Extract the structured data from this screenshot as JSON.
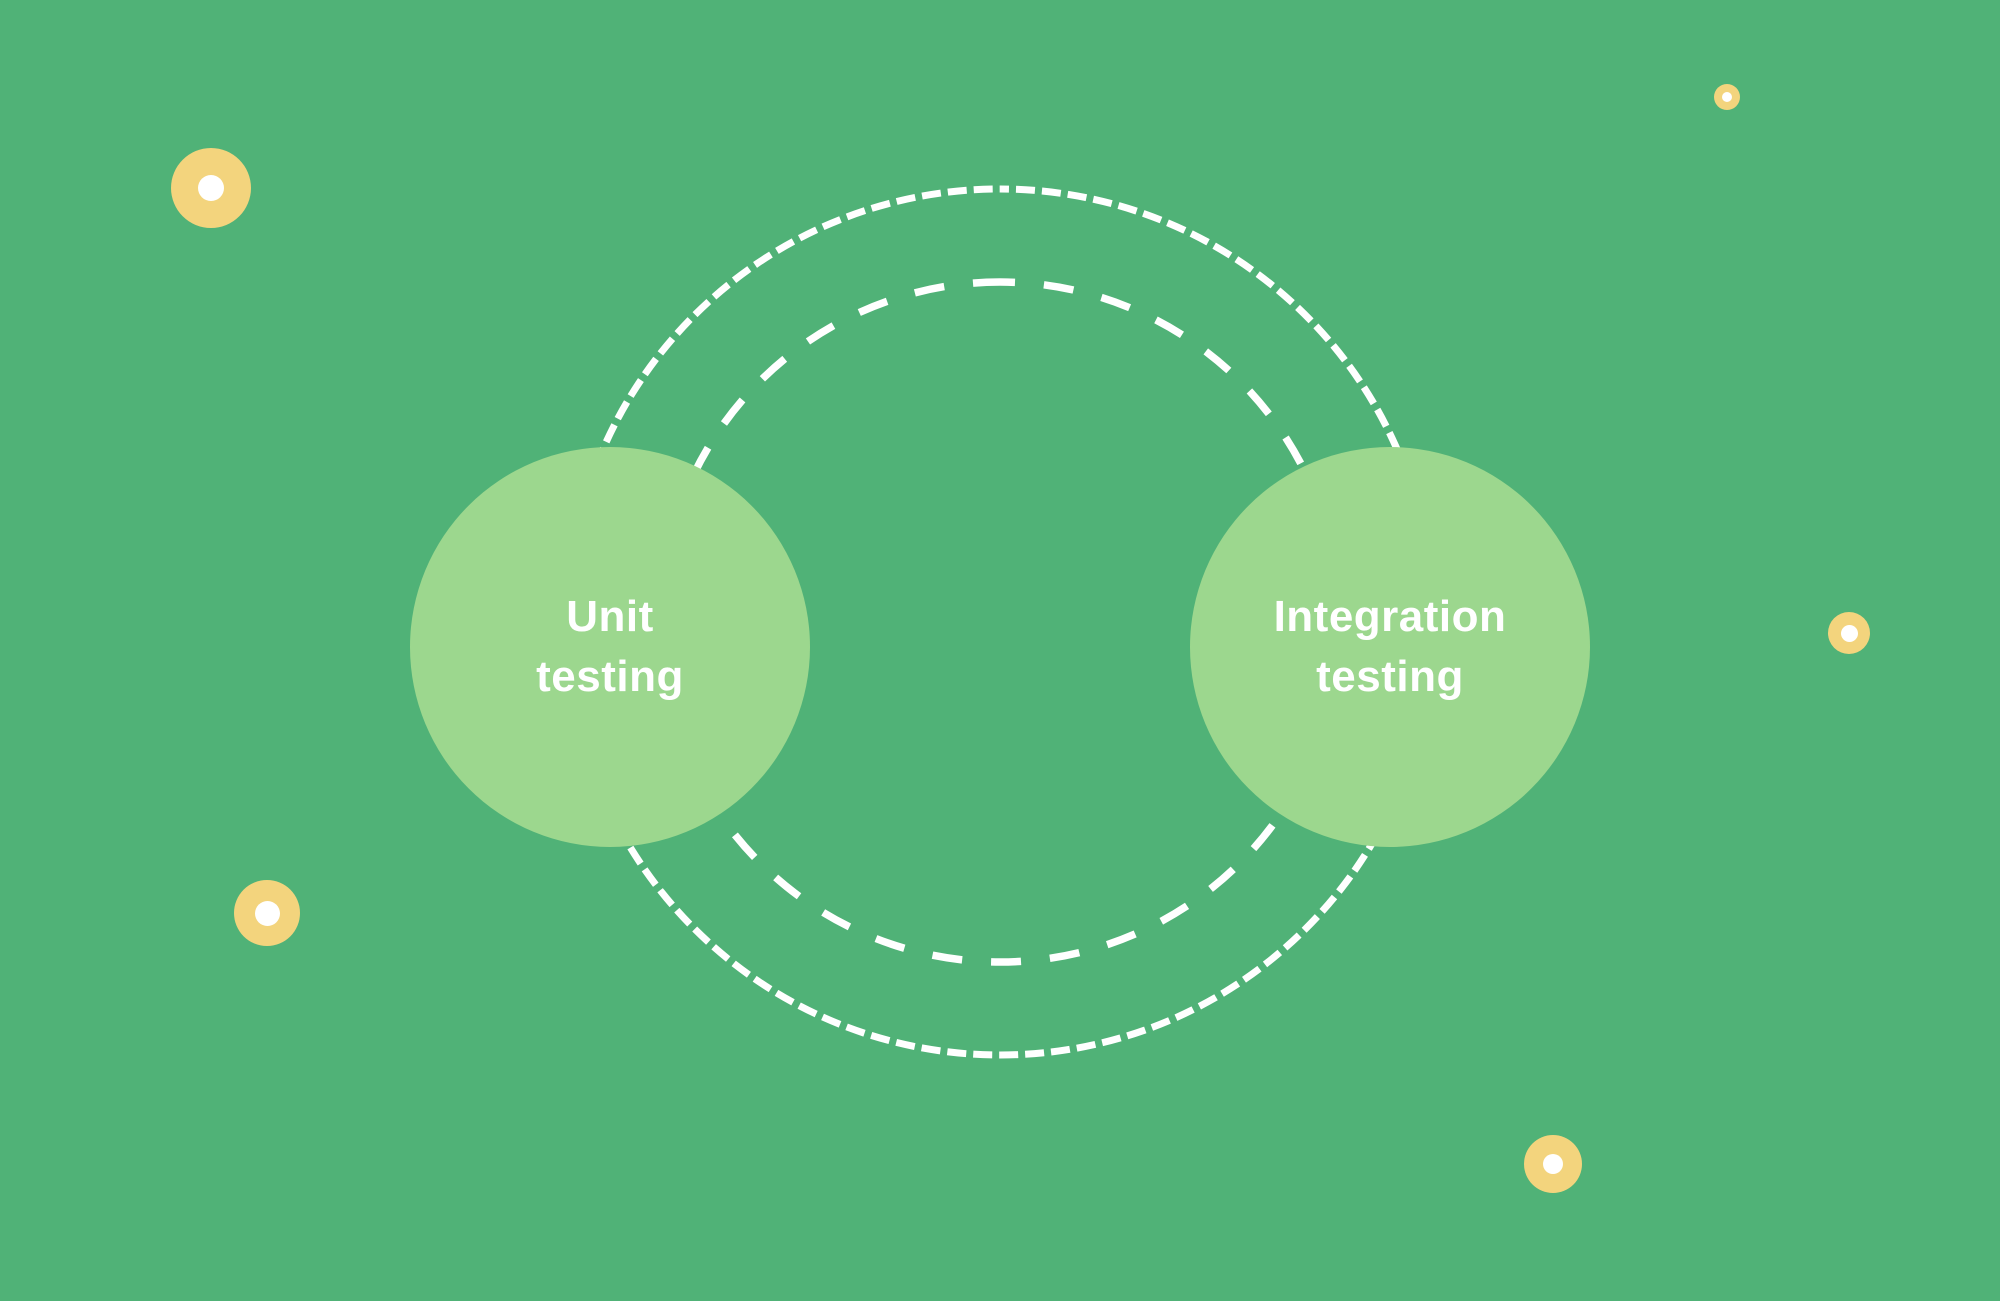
{
  "theme": {
    "background": "#50B277",
    "circle_fill": "#9CD78E",
    "dash_color": "#FFFFFF",
    "dot_fill": "#F3D47D",
    "dot_center": "#FFFFFF",
    "text_color": "#FFFFFF"
  },
  "circles": [
    {
      "name": "unit-testing",
      "line1": "Unit",
      "line2": "testing"
    },
    {
      "name": "integration-testing",
      "line1": "Integration",
      "line2": "testing"
    }
  ],
  "orbits": [
    {
      "name": "outer-dotted-circle",
      "style": "dotted"
    },
    {
      "name": "inner-dashed-circle",
      "style": "dashed"
    }
  ],
  "decorative_dot_count": 5
}
